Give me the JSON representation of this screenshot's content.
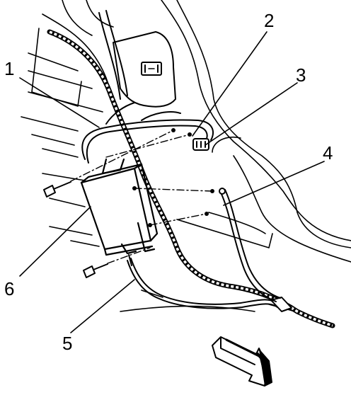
{
  "callouts": [
    {
      "id": "1",
      "label": "1"
    },
    {
      "id": "2",
      "label": "2"
    },
    {
      "id": "3",
      "label": "3"
    },
    {
      "id": "4",
      "label": "4"
    },
    {
      "id": "5",
      "label": "5"
    },
    {
      "id": "6",
      "label": "6"
    }
  ],
  "colors": {
    "ink": "#000000",
    "background": "#ffffff"
  }
}
